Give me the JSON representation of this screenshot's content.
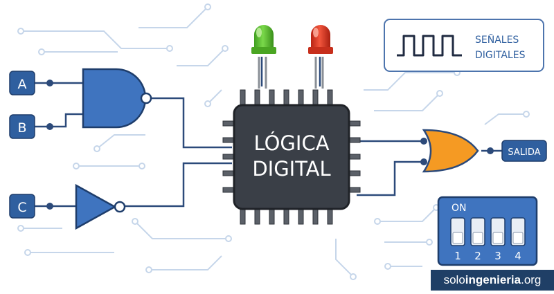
{
  "chip": {
    "line1": "LÓGICA",
    "line2": "DIGITAL"
  },
  "inputs": [
    {
      "label": "A"
    },
    {
      "label": "B"
    },
    {
      "label": "C"
    }
  ],
  "output": {
    "label": "SALIDA"
  },
  "signals": {
    "line1": "SEÑALES",
    "line2": "DIGITALES"
  },
  "dip_switch": {
    "title": "ON",
    "numbers": [
      "1",
      "2",
      "3",
      "4"
    ]
  },
  "watermark": {
    "brand_a": "solo",
    "brand_b": "ingenieria",
    "brand_c": ".org"
  },
  "colors": {
    "primary": "#2f5f9f",
    "wire": "#2c4a7a",
    "trace": "#c6d6ea",
    "chip": "#3a3f47",
    "or_gate": "#f59a23",
    "led_green": "#5cc12f",
    "led_red": "#e23b25",
    "watermark_bg": "#1f3f66"
  }
}
